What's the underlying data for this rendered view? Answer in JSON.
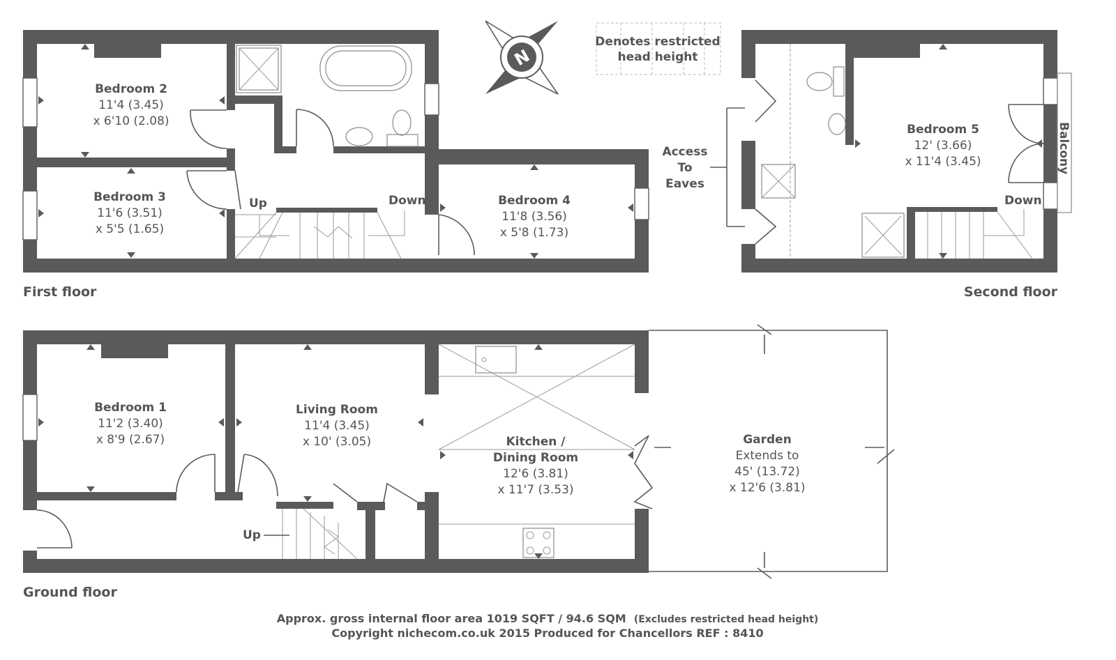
{
  "legend": {
    "line1": "Denotes restricted",
    "line2": "head height"
  },
  "compass": {
    "letter": "N"
  },
  "floors": {
    "first": "First floor",
    "second": "Second floor",
    "ground": "Ground floor"
  },
  "rooms": {
    "bedroom2": {
      "name": "Bedroom 2",
      "dim1": "11'4 (3.45)",
      "dim2": "x 6'10 (2.08)"
    },
    "bedroom3": {
      "name": "Bedroom 3",
      "dim1": "11'6 (3.51)",
      "dim2": "x 5'5 (1.65)"
    },
    "bedroom4": {
      "name": "Bedroom 4",
      "dim1": "11'8 (3.56)",
      "dim2": "x 5'8 (1.73)"
    },
    "bedroom5": {
      "name": "Bedroom 5",
      "dim1": "12' (3.66)",
      "dim2": "x 11'4 (3.45)"
    },
    "bedroom1": {
      "name": "Bedroom 1",
      "dim1": "11'2 (3.40)",
      "dim2": "x 8'9 (2.67)"
    },
    "living": {
      "name": "Living Room",
      "dim1": "11'4 (3.45)",
      "dim2": "x 10' (3.05)"
    },
    "kitchen": {
      "name1": "Kitchen /",
      "name2": "Dining Room",
      "dim1": "12'6 (3.81)",
      "dim2": "x 11'7 (3.53)"
    },
    "garden": {
      "name": "Garden",
      "dim0": "Extends to",
      "dim1": "45' (13.72)",
      "dim2": "x 12'6 (3.81)"
    }
  },
  "labels": {
    "up": "Up",
    "down": "Down",
    "balcony": "Balcony",
    "eaves1": "Access",
    "eaves2": "To",
    "eaves3": "Eaves"
  },
  "footer": {
    "line1": "Approx. gross internal floor area 1019 SQFT / 94.6 SQM",
    "line1_note": "(Excludes restricted head height)",
    "line2": "Copyright nichecom.co.uk 2015 Produced for Chancellors REF : 8410"
  }
}
